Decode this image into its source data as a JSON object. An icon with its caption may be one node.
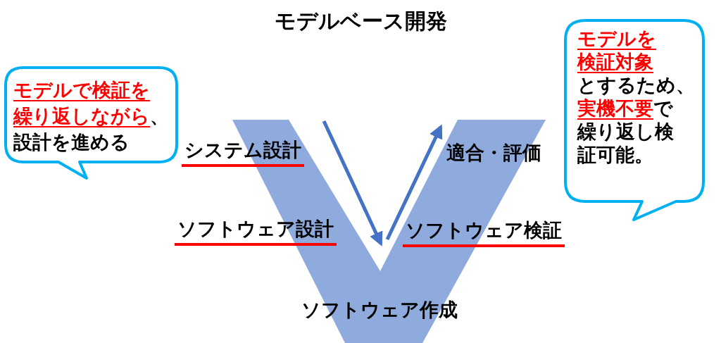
{
  "diagram": {
    "title": "モデルベース開発",
    "nodes": [
      {
        "text": [
          "モデルで検証を繰り返しながら",
          "、設計を進める"
        ]
      },
      {
        "text": [
          "モデルを検証対象",
          "とするため、",
          "実機不要",
          "で繰り返し検証可能。"
        ]
      }
    ],
    "labels": [
      "システム設計",
      "適合・評価",
      "ソフトウェア設計",
      "ソフトウェア検証",
      "ソフトウェア作成"
    ]
  }
}
